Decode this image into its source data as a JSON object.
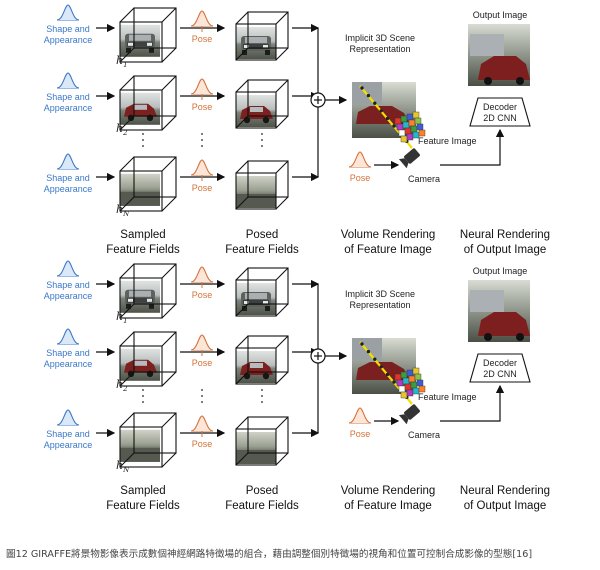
{
  "inputs": {
    "shape_appearance_line1": "Shape and",
    "shape_appearance_line2": "Appearance",
    "pose": "Pose",
    "h1": "h",
    "h1_sub": "1",
    "h2": "h",
    "h2_sub": "2",
    "hN": "h",
    "hN_sub": "N",
    "ellipsis": "·"
  },
  "scene": {
    "title_line1": "Implicit 3D Scene",
    "title_line2": "Representation",
    "feature_image": "Feature Image",
    "camera": "Camera",
    "camera_pose": "Pose"
  },
  "output": {
    "title": "Output Image",
    "decoder_line1": "Decoder",
    "decoder_line2": "2D CNN"
  },
  "stages": {
    "sampled_line1": "Sampled",
    "sampled_line2": "Feature Fields",
    "posed_line1": "Posed",
    "posed_line2": "Feature Fields",
    "volume_line1": "Volume Rendering",
    "volume_line2": "of Feature Image",
    "neural_line1": "Neural Rendering",
    "neural_line2": "of Output Image"
  },
  "caption": "圖12 GIRAFFE將景物影像表示成數個神經網路特徵場的組合，藉由調整個別特徵場的視角和位置可控制合成影像的型態[16]",
  "colors": {
    "gaussian": "#3a78c8",
    "pose": "#d4713a",
    "ray": "#f2e000"
  }
}
